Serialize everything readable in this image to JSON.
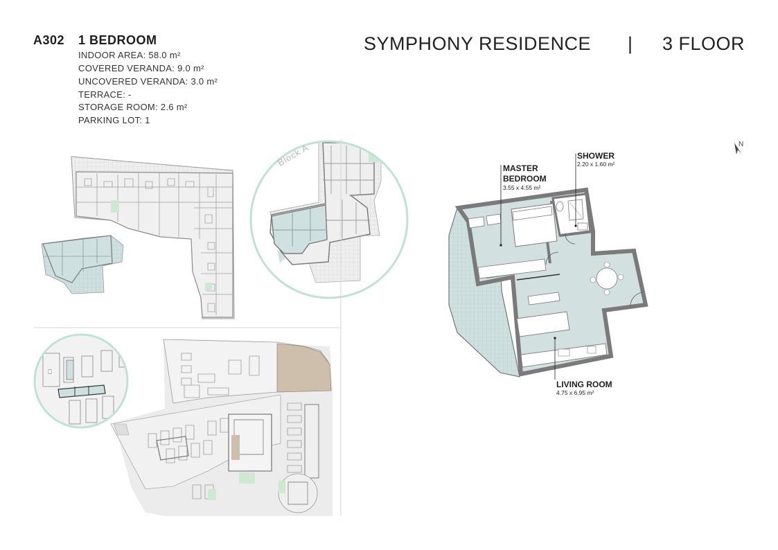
{
  "unit": {
    "code": "A302",
    "type": "1 BEDROOM",
    "specs": [
      "INDOOR AREA: 58.0 m²",
      "COVERED VERANDA: 9.0 m²",
      "UNCOVERED VERANDA: 3.0 m²",
      "TERRACE: -",
      "STORAGE ROOM: 2.6 m²",
      "PARKING LOT: 1"
    ]
  },
  "header": {
    "title": "SYMPHONY RESIDENCE",
    "separator": "|",
    "floor": "3 FLOOR"
  },
  "site_plan": {
    "block_label": "Block A"
  },
  "floor_plan": {
    "north_label": "N",
    "rooms": [
      {
        "name_lines": [
          "MASTER",
          "BEDROOM"
        ],
        "dims": "3.55 x 4.55 m²"
      },
      {
        "name_lines": [
          "SHOWER"
        ],
        "dims": "2.20 x 1.60 m²"
      },
      {
        "name_lines": [
          "LIVING ROOM"
        ],
        "dims": "4.75 x 6.95 m²"
      }
    ]
  },
  "colors": {
    "highlight": "#cfe0e0",
    "circle": "#bde3d8",
    "wall": "#7c7c7c",
    "building": "#eeeeee",
    "roof": "#cdbfac",
    "green": "#cfe8cf"
  }
}
